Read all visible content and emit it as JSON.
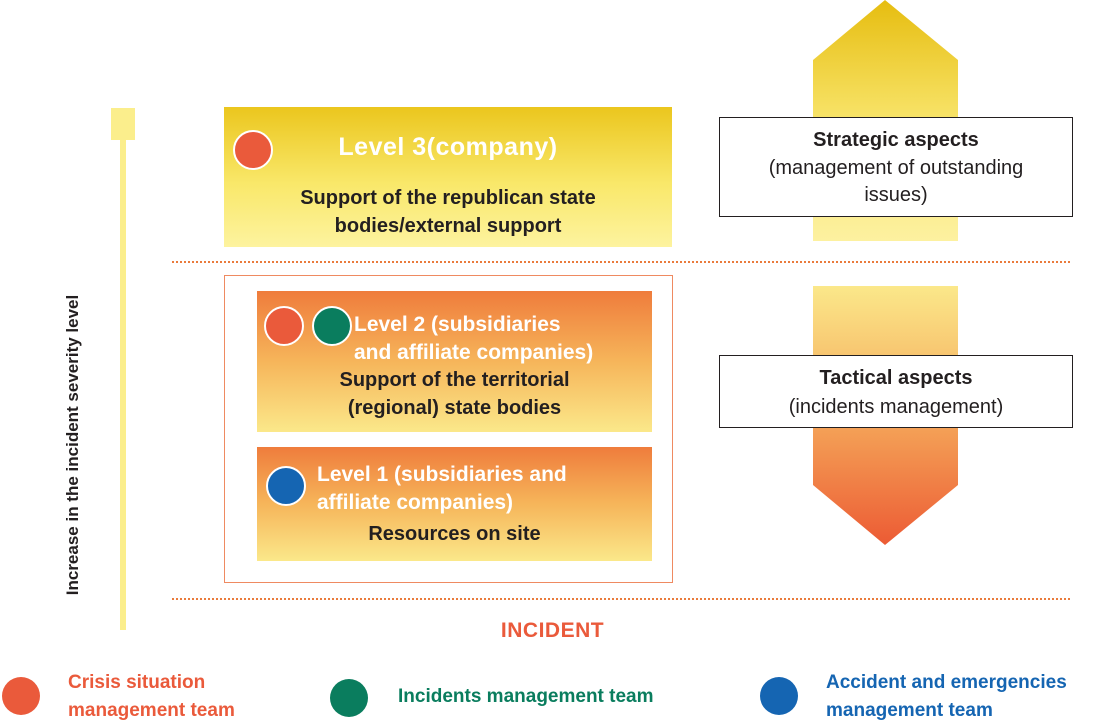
{
  "axis": {
    "label": "Increase in the incident severity level"
  },
  "level3": {
    "title": "Level 3(company)",
    "desc_line1": "Support of the republican state",
    "desc_line2": "bodies/external support"
  },
  "level2": {
    "title_line1": "Level 2 (subsidiaries",
    "title_line2": "and affiliate companies)",
    "desc_line1": "Support of the territorial",
    "desc_line2": "(regional) state bodies"
  },
  "level1": {
    "title_line1": "Level 1 (subsidiaries and",
    "title_line2": "affiliate companies)",
    "desc": "Resources on site"
  },
  "strategic": {
    "title": "Strategic aspects",
    "desc_line1": "(management of outstanding",
    "desc_line2": "issues)"
  },
  "tactical": {
    "title": "Tactical aspects",
    "desc": "(incidents management)"
  },
  "incident_label": "INCIDENT",
  "legend": {
    "crisis_line1": "Crisis situation",
    "crisis_line2": "management team",
    "incidents": "Incidents management team",
    "accident_line1": "Accident and emergencies",
    "accident_line2": "management team"
  },
  "colors": {
    "crisis": "#ea5a3b",
    "incidents": "#0a7d5e",
    "accident": "#1565b2",
    "accent_yellow": "#ebc61d",
    "accent_orange": "#ef7c3c"
  }
}
